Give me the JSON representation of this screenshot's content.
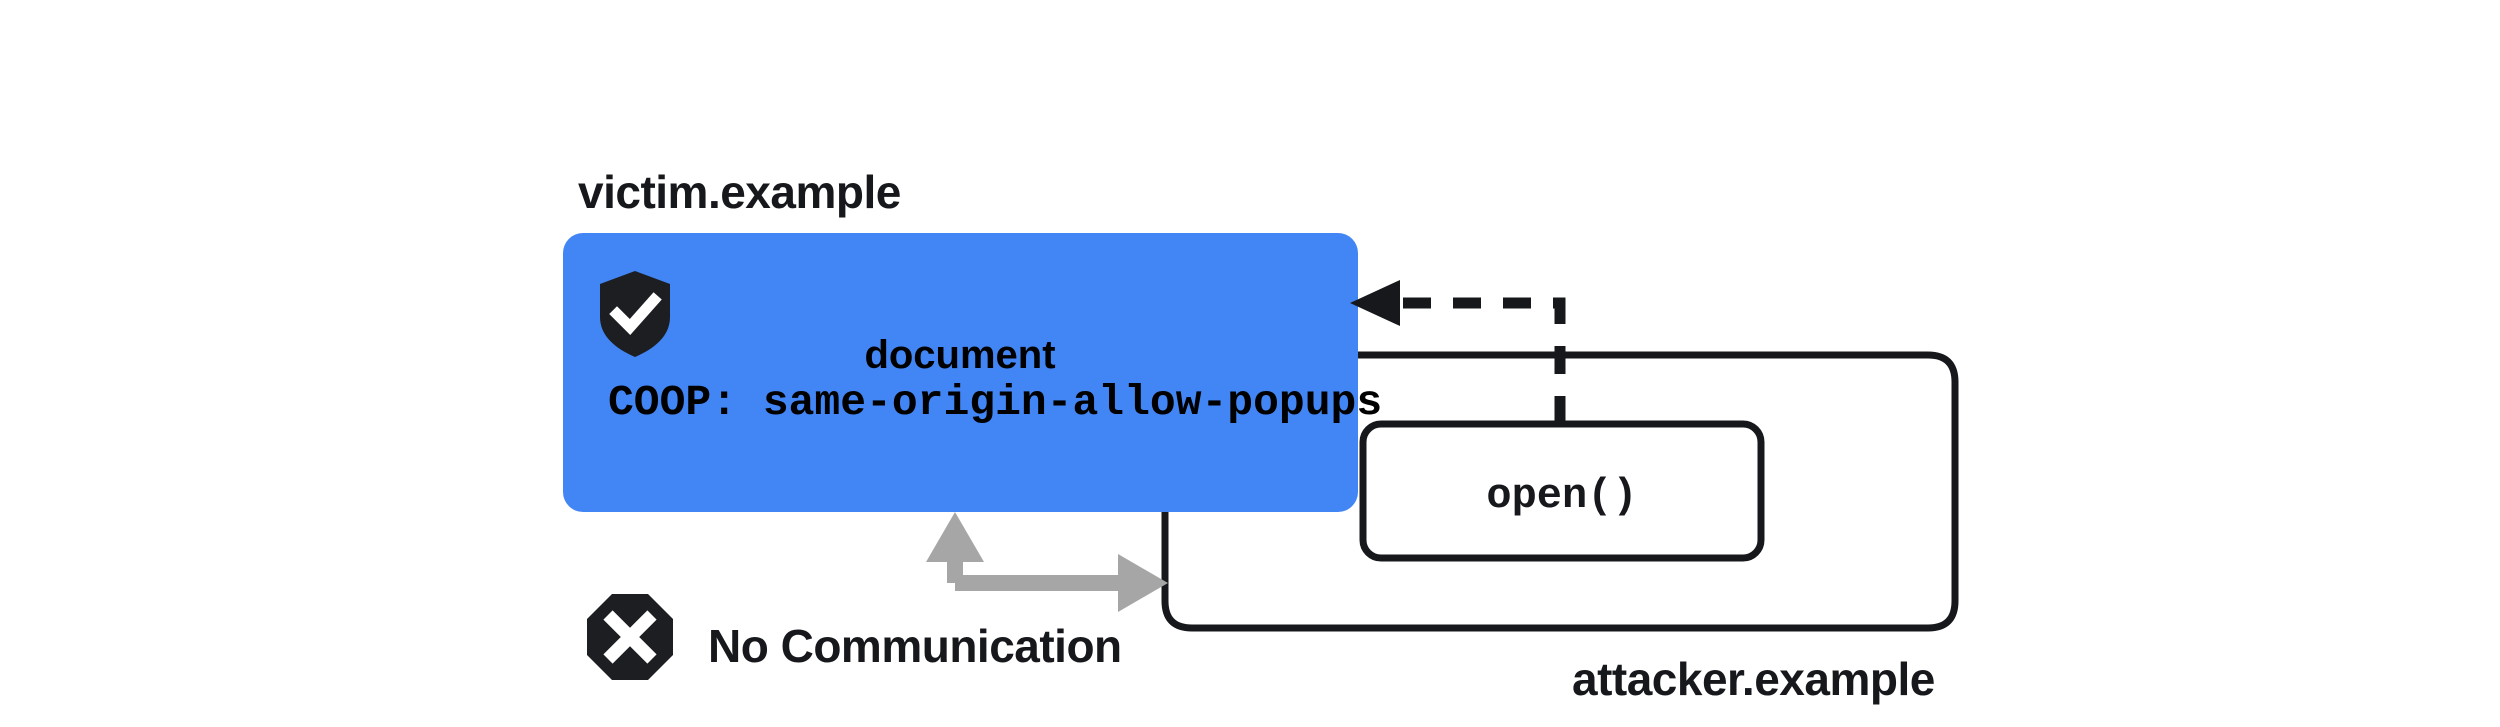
{
  "diagram": {
    "title_victim": "victim.example",
    "title_attacker": "attacker.example",
    "victim_box": {
      "doc_label": "document",
      "coop_label": "COOP: same-origin-allow-popups",
      "fill_color": "#4285f4",
      "shield_icon": "shield-check-icon"
    },
    "attacker_box": {
      "open_label": "open()",
      "stroke_color": "#16181c"
    },
    "no_communication": {
      "label": "No Communication",
      "icon": "octagon-x-icon",
      "arrow_color": "#a6a6a6"
    },
    "open_arrow": {
      "style": "dashed",
      "color": "#16181c",
      "direction": "left"
    }
  }
}
